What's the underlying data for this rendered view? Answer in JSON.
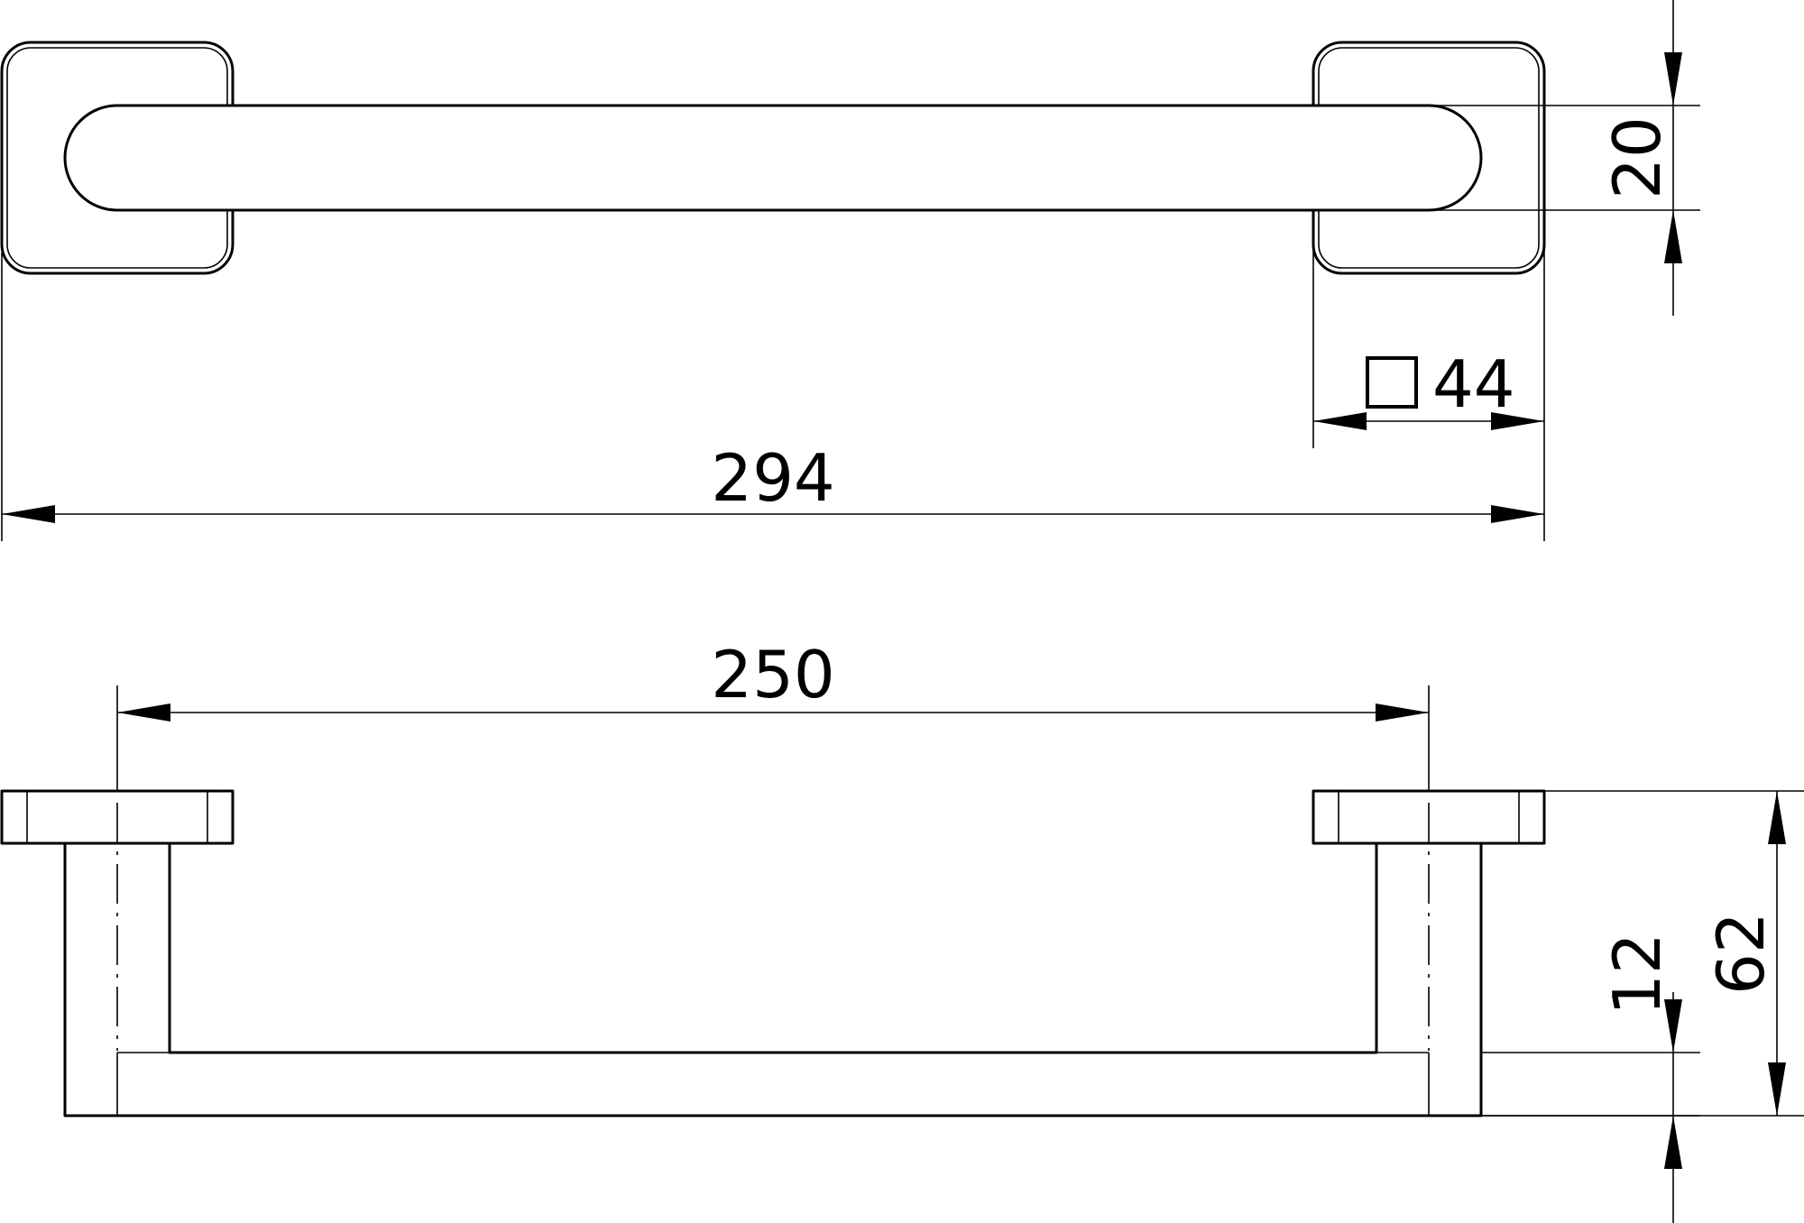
{
  "drawing": {
    "top_view": {
      "overall_length": "294",
      "bar_diameter": "20",
      "base_square_symbol": "□",
      "base_size": "44"
    },
    "side_view": {
      "center_distance": "250",
      "bar_thickness": "12",
      "projection": "62"
    }
  }
}
